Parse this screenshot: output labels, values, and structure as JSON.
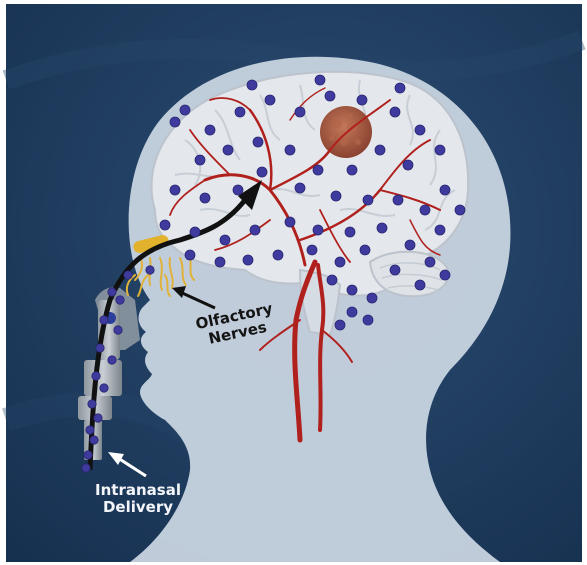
{
  "labels": {
    "delivery_line1": "Intranasal",
    "delivery_line2": "Delivery",
    "olfactory_line1": "Olfactory",
    "olfactory_line2": "Nerves"
  },
  "colors": {
    "background": "#1d3a5c",
    "head": "#c7d3df",
    "brain": "#e3e7ec",
    "vessel": "#b0211e",
    "particle": "#3e3a9e",
    "tumor": "#a2583c",
    "nerve": "#e0b23a",
    "arrow": "#111111"
  },
  "icons": {
    "delivery_arrow": "white-arrow-icon",
    "nerve_arrow": "black-arrow-icon",
    "pathway_arrow": "black-curved-arrow-icon"
  }
}
